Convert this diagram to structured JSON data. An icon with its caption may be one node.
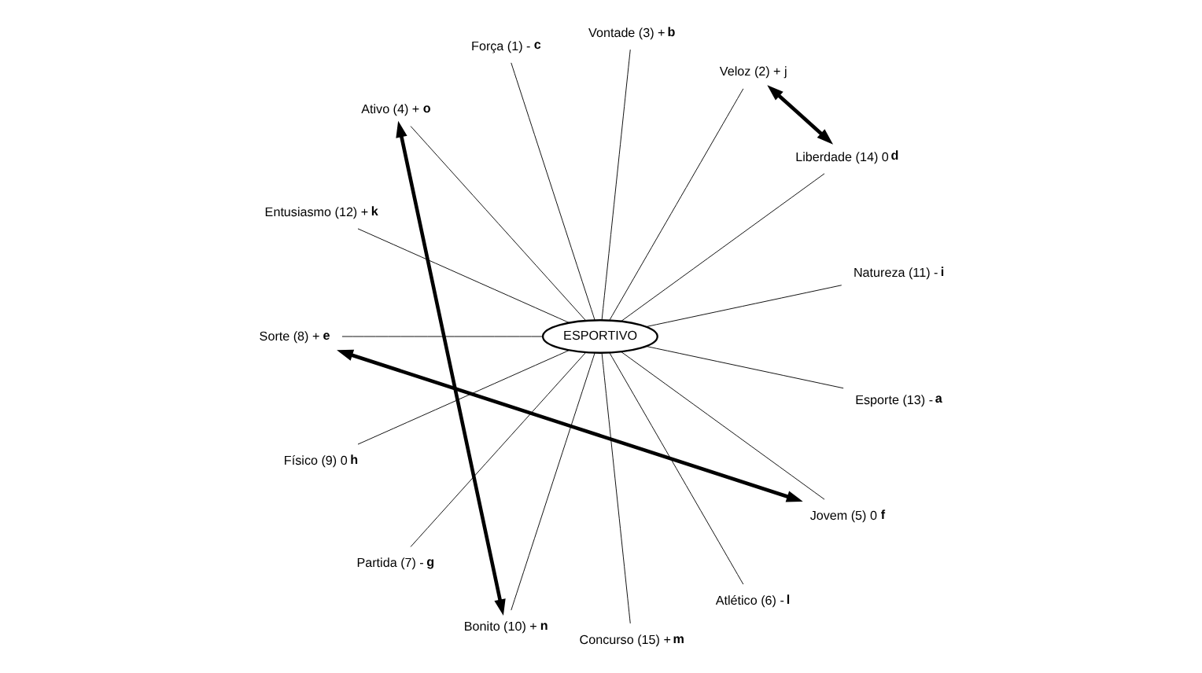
{
  "diagram": {
    "nodes": [
      {
        "text": [
          "ESPORTIVO"
        ]
      },
      {
        "text": [
          "Natureza (11) - **i**"
        ]
      },
      {
        "text": [
          "Liberdade (14) 0 **d**"
        ]
      },
      {
        "text": [
          "Veloz (2) + j"
        ]
      },
      {
        "text": [
          "Vontade (3) + **b**"
        ]
      },
      {
        "text": [
          "Força (1) - **c**"
        ]
      },
      {
        "text": [
          "Ativo (4) + **o**"
        ]
      },
      {
        "text": [
          "Entusiasmo (12) + **k**"
        ]
      },
      {
        "text": [
          "Sorte (8) + **e**"
        ]
      },
      {
        "text": [
          "Físico (9) 0 **h**"
        ]
      },
      {
        "text": [
          "Partida (7) - **g**"
        ]
      },
      {
        "text": [
          "Bonito (10) + **n**"
        ]
      },
      {
        "text": [
          "Concurso (15) + **m**"
        ]
      },
      {
        "text": [
          "Atlético (6) - **l**"
        ]
      },
      {
        "text": [
          "Jovem (5) 0 **f**"
        ]
      },
      {
        "text": [
          "Esporte (13) - **a**"
        ]
      }
    ],
    "edges": [
      {
        "from": 0,
        "to": 7,
        "arrow": "none"
      },
      {
        "from": 0,
        "to": 5,
        "arrow": "none"
      },
      {
        "from": 0,
        "to": 3,
        "arrow": "none"
      },
      {
        "from": 0,
        "to": 1,
        "arrow": "none"
      },
      {
        "from": 0,
        "to": 2,
        "arrow": "none"
      },
      {
        "from": 0,
        "to": 4,
        "arrow": "none"
      },
      {
        "from": 0,
        "to": 6,
        "arrow": "none"
      },
      {
        "from": 0,
        "to": 9,
        "arrow": "none"
      },
      {
        "from": 0,
        "to": 11,
        "arrow": "none"
      },
      {
        "from": 0,
        "to": 13,
        "arrow": "none"
      },
      {
        "from": 0,
        "to": 14,
        "arrow": "none"
      },
      {
        "from": 0,
        "to": 15,
        "arrow": "none"
      },
      {
        "from": 0,
        "to": 12,
        "arrow": "none"
      },
      {
        "from": 0,
        "to": 10,
        "arrow": "none"
      },
      {
        "from": 0,
        "to": 8,
        "arrow": "none"
      },
      {
        "from": 2,
        "to": 3,
        "arrow": "both",
        "style": "thick"
      },
      {
        "from": 6,
        "to": 11,
        "arrow": "both",
        "style": "thick"
      },
      {
        "from": 14,
        "to": 8,
        "arrow": "both",
        "style": "thick"
      }
    ]
  }
}
